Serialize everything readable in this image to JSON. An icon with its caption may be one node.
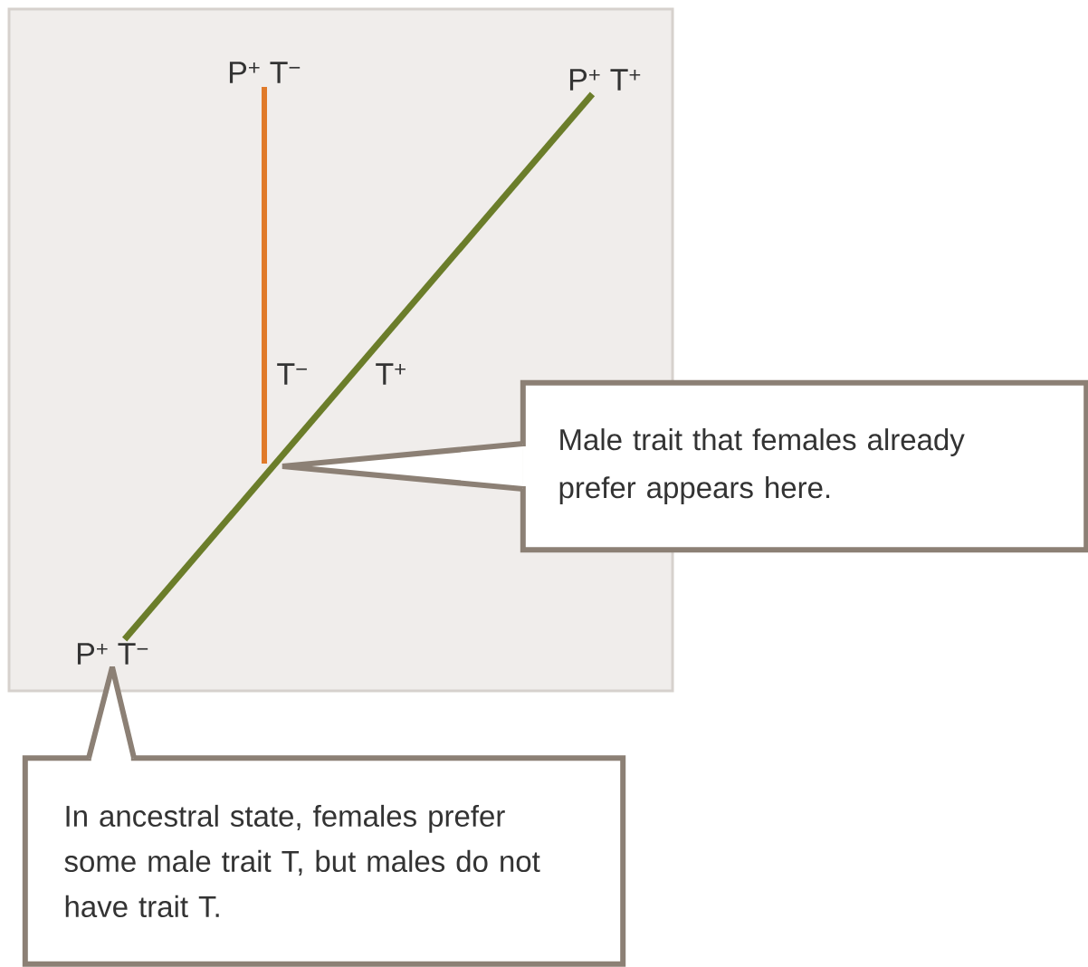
{
  "diagram": {
    "nodes": [
      {
        "text": [
          "P$^{+}$ T$^{−}$"
        ]
      },
      {
        "text": [
          "P$^{+}$ T$^{+}$"
        ]
      },
      {
        "text": [
          "P$^{+}$ T$^{−}$"
        ]
      },
      {
        "text": [
          "Male trait that females already prefer appears here."
        ]
      },
      {
        "text": [
          "In ancestral state, females prefer some male trait T, but males do not have trait T."
        ]
      }
    ],
    "edges": [
      {
        "from": 2,
        "to": 1,
        "arrow": "none",
        "label": "T$^{+}$",
        "color": "#6b7d2a"
      },
      {
        "from": null,
        "to": 0,
        "arrow": "none",
        "label": "T$^{−}$",
        "color": "#e07a2a"
      },
      {
        "from": 3,
        "to": null,
        "arrow": "none"
      },
      {
        "from": 4,
        "to": 2,
        "arrow": "none"
      }
    ]
  }
}
